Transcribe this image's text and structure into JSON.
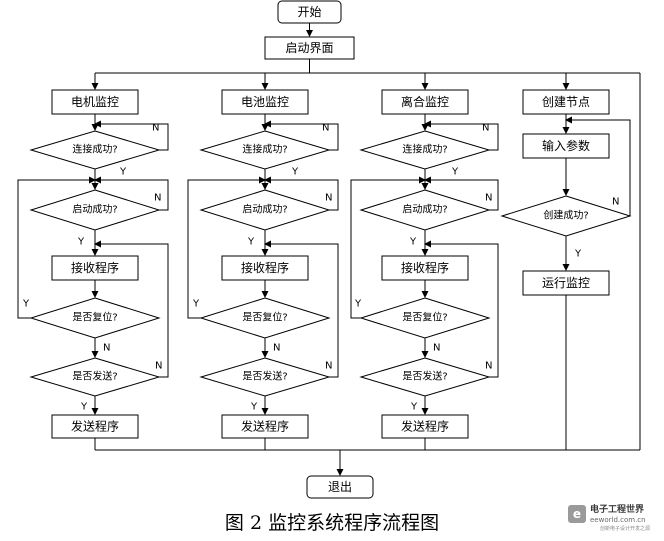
{
  "nodes": {
    "start": "开始",
    "startup_interface": "启动界面",
    "motor_monitor": "电机监控",
    "battery_monitor": "电池监控",
    "clutch_monitor": "离合监控",
    "create_node": "创建节点",
    "connect_success": "连接成功?",
    "start_success": "启动成功?",
    "receive_program": "接收程序",
    "is_reset": "是否复位?",
    "is_send": "是否发送?",
    "send_program": "发送程序",
    "input_params": "输入参数",
    "create_success": "创建成功?",
    "run_monitor": "运行监控",
    "exit": "退出"
  },
  "edge_labels": {
    "yes": "Y",
    "no": "N"
  },
  "caption": "图 2 监控系统程序流程图",
  "watermark": {
    "title": "电子工程世界",
    "site": "eeworld.com.cn",
    "tagline": "创新电子设计开发之源"
  }
}
